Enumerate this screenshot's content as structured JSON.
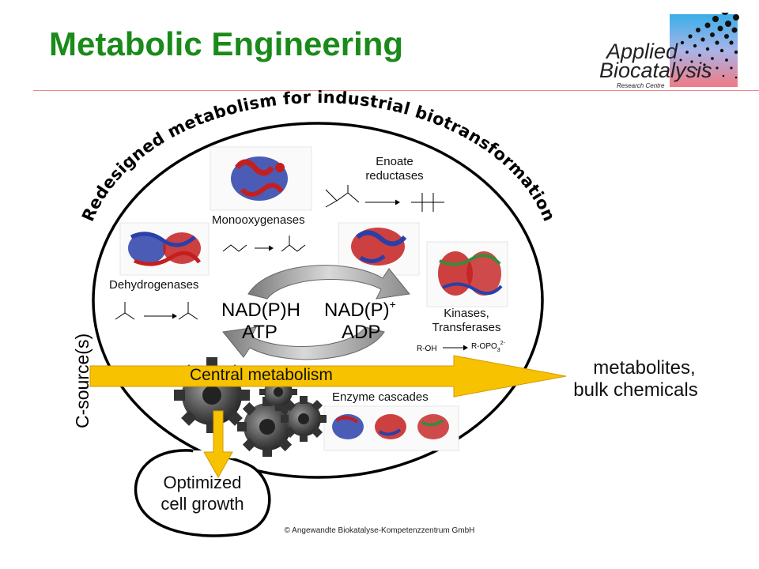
{
  "slide": {
    "title": "Metabolic Engineering",
    "copyright": "© Angewandte Biokatalyse-Kompetenzzentrum  GmbH"
  },
  "logo": {
    "line1": "Applied",
    "line2": "Biocatalysis",
    "line3": "Research Centre"
  },
  "diagram": {
    "arc_title": "Redesigned metabolism for industrial biotransformation",
    "enzymes": {
      "monooxygenases": "Monooxygenases",
      "dehydrogenases": "Dehydrogenases",
      "enoate_reductases": [
        "Enoate",
        "reductases"
      ],
      "kinases_transferases": [
        "Kinases,",
        "Transferases"
      ],
      "enzyme_cascades": "Enzyme cascades"
    },
    "cofactors": {
      "left": [
        "NAD(P)H",
        "ATP"
      ],
      "right_top": "NAD(P)",
      "right_top_sup": "+",
      "right_bottom": "ADP"
    },
    "reactions": {
      "kinase_substrate": "R-OH",
      "kinase_product": "R-OPO",
      "kinase_product_sub": "3",
      "kinase_product_sup": "2-"
    },
    "flow": {
      "input": "C-source(s)",
      "central": "Central metabolism",
      "output": [
        "metabolites,",
        "bulk chemicals"
      ],
      "growth": [
        "Optimized",
        "cell growth"
      ]
    }
  },
  "colors": {
    "title": "#1a8a1a",
    "arrow": "#f7c300",
    "protein_blue": "#2a3fa8",
    "protein_red": "#c41f1f",
    "rule": "#f08a8a"
  }
}
